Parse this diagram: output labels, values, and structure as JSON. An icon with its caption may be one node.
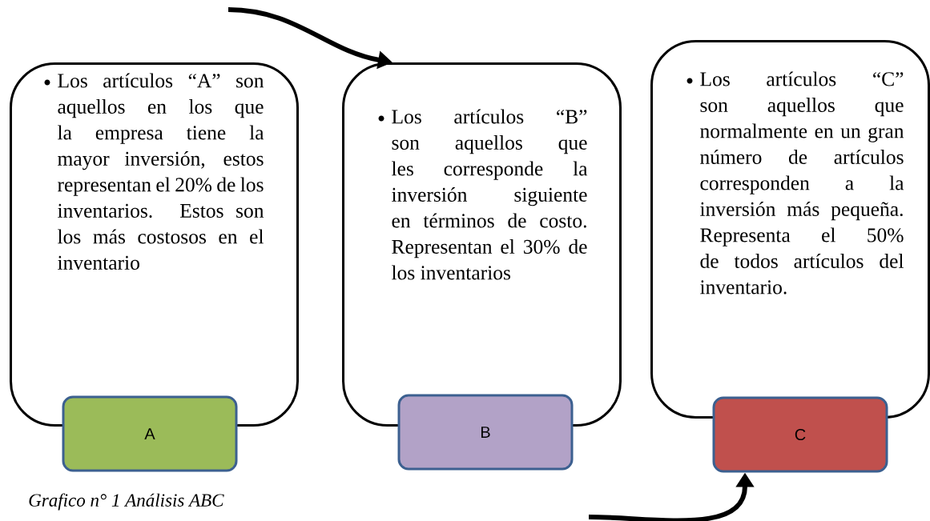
{
  "diagram": {
    "caption": "Grafico n° 1 Análisis ABC",
    "nodes": [
      {
        "text": [
          "Los artículos “A” son aquellos en los que la empresa tiene la mayor inversión, estos representan el 20% de los inventarios. Estos son los más costosos en el inventario"
        ]
      },
      {
        "text": [
          "A"
        ]
      },
      {
        "text": [
          "Los artículos “B” son aquellos que les corresponde la inversión siguiente en términos de costo. Representan el 30% de los inventarios"
        ]
      },
      {
        "text": [
          "B"
        ]
      },
      {
        "text": [
          "Los artículos “C” son aquellos que normalmente en un gran número de artículos corresponden a la inversión más pequeña. Representa el 50% de todos artículos del inventario."
        ]
      },
      {
        "text": [
          "C"
        ]
      }
    ],
    "edges": [
      {
        "from": null,
        "to": 2,
        "arrow": "to"
      },
      {
        "from": null,
        "to": 5,
        "arrow": "to"
      }
    ]
  }
}
